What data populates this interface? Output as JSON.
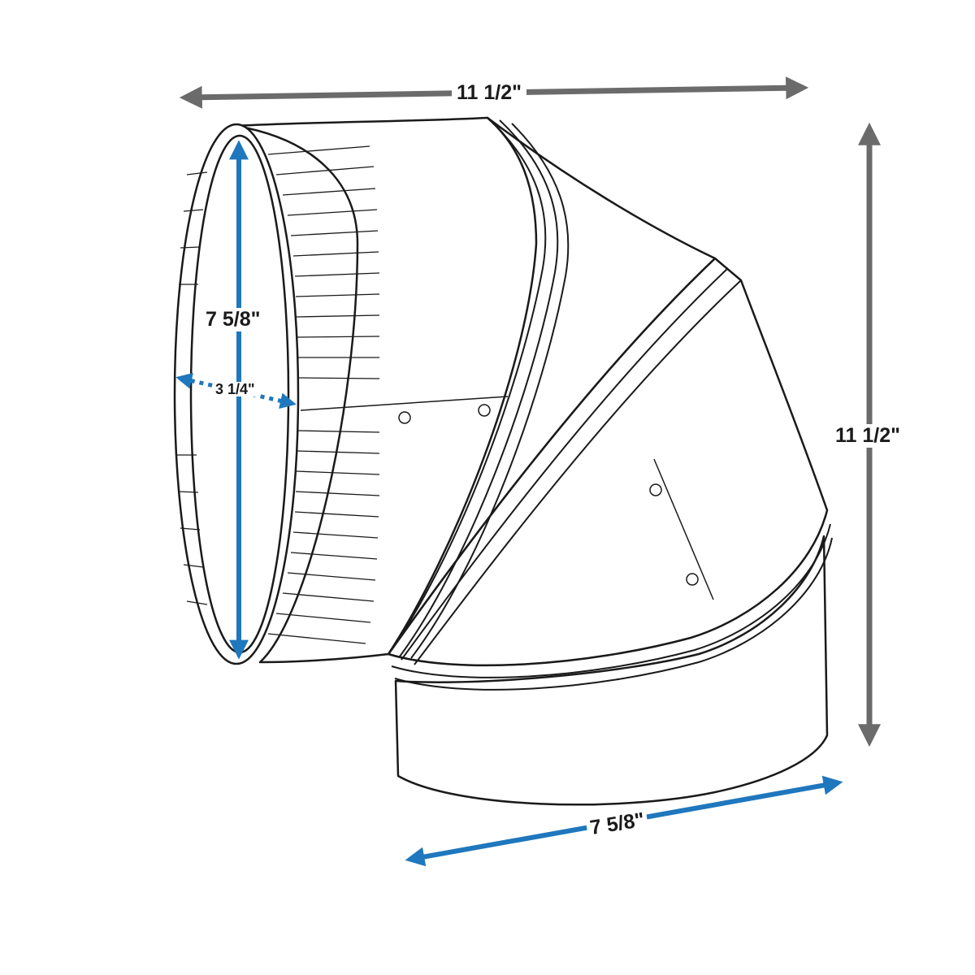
{
  "dimensions": {
    "overall_width": "11 1/2\"",
    "overall_height": "11 1/2\"",
    "oval_opening_height": "7 5/8\"",
    "oval_opening_depth": "3 1/4\"",
    "bottom_oval_width": "7 5/8\""
  },
  "colors": {
    "overall_arrow": "#6b6b6b",
    "oval_arrow": "#1f77bd",
    "outline": "#1a1a1a"
  }
}
